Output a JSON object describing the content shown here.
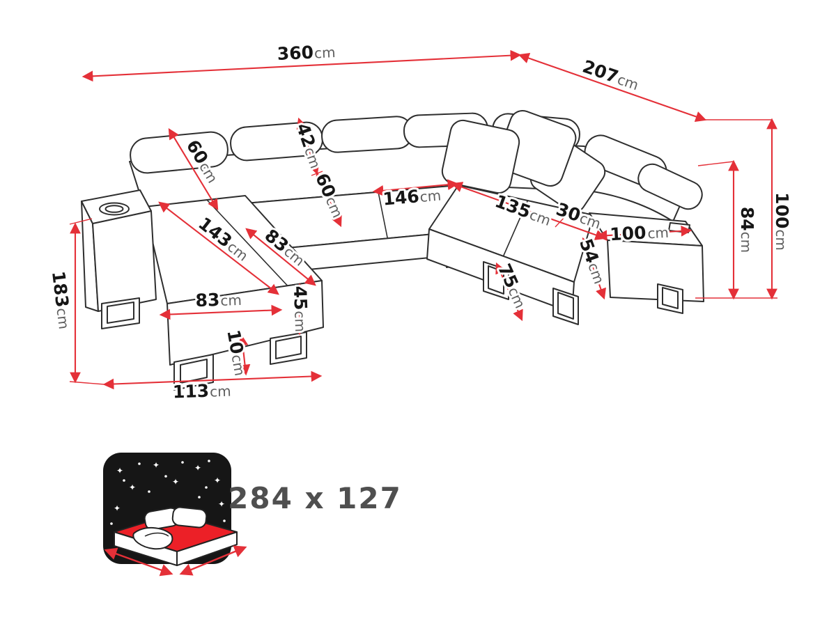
{
  "dims": {
    "total_width": {
      "value": "360",
      "unit": "cm"
    },
    "total_depth": {
      "value": "207",
      "unit": "cm"
    },
    "back_height_left": {
      "value": "60",
      "unit": "cm"
    },
    "headrest_height": {
      "value": "42",
      "unit": "cm"
    },
    "back_height_center": {
      "value": "60",
      "unit": "cm"
    },
    "seat_width_center": {
      "value": "146",
      "unit": "cm"
    },
    "seat_width_right": {
      "value": "135",
      "unit": "cm"
    },
    "armrest_width_right": {
      "value": "30",
      "unit": "cm"
    },
    "arm_length_right": {
      "value": "100",
      "unit": "cm"
    },
    "back_height_total": {
      "value": "84",
      "unit": "cm"
    },
    "total_height": {
      "value": "100",
      "unit": "cm"
    },
    "chaise_length": {
      "value": "143",
      "unit": "cm"
    },
    "chaise_width_seat": {
      "value": "83",
      "unit": "cm"
    },
    "chaise_width_front": {
      "value": "83",
      "unit": "cm"
    },
    "seat_height": {
      "value": "45",
      "unit": "cm"
    },
    "arm_height_right": {
      "value": "54",
      "unit": "cm"
    },
    "leg_span_right": {
      "value": "75",
      "unit": "cm"
    },
    "side_depth_left": {
      "value": "183",
      "unit": "cm"
    },
    "leg_height": {
      "value": "10",
      "unit": "cm"
    },
    "base_width_front": {
      "value": "113",
      "unit": "cm"
    }
  },
  "sleeping": {
    "size": "284 x 127"
  },
  "icons": {
    "sleeping_function": "bed-with-starry-night-icon",
    "star_glyph": "✦"
  },
  "colors": {
    "dimension_red": "#e43038",
    "outline": "#2e2e2e",
    "mattress_red": "#ec2027",
    "icon_background": "#161616",
    "label_number": "#161616",
    "label_unit": "#5f5f5f",
    "bed_size_text": "#4f4f4f"
  }
}
